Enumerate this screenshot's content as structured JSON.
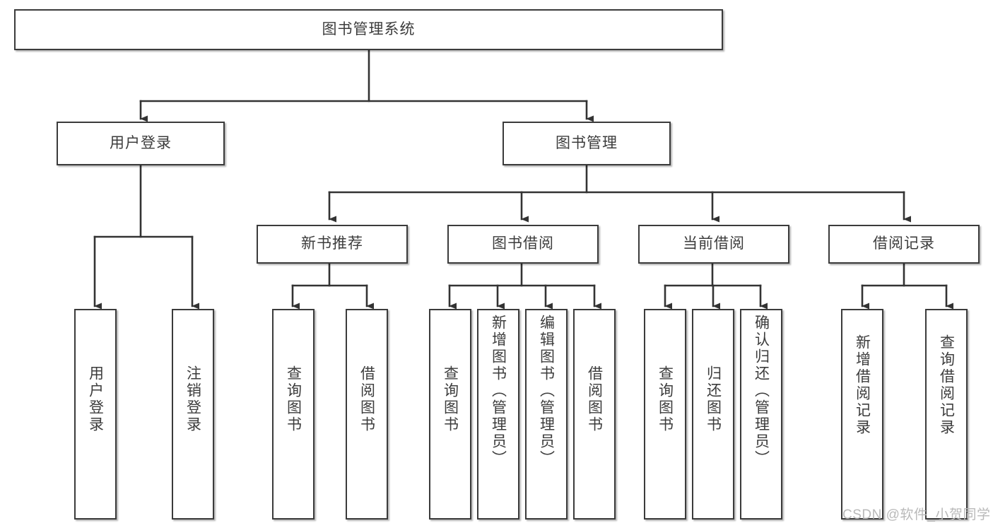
{
  "diagram": {
    "type": "tree-hierarchy",
    "title": "图书管理系统",
    "watermark": "CSDN @软件_小贺同学",
    "colors": {
      "box_border": "#3b3b3b",
      "connector": "#333333",
      "text": "#3c3c3c",
      "background": "#ffffff",
      "watermark": "#b9b9b9"
    },
    "nodes": {
      "root": {
        "label": "图书管理系统"
      },
      "level2": [
        {
          "id": "user-login",
          "label": "用户登录"
        },
        {
          "id": "book-manage",
          "label": "图书管理"
        }
      ],
      "level3": [
        {
          "id": "new-book-recommend",
          "label": "新书推荐"
        },
        {
          "id": "book-borrow",
          "label": "图书借阅"
        },
        {
          "id": "current-borrow",
          "label": "当前借阅"
        },
        {
          "id": "borrow-record",
          "label": "借阅记录"
        }
      ],
      "leaves": {
        "user-login": [
          {
            "id": "leaf-user-login",
            "label": "用户登录"
          },
          {
            "id": "leaf-logout-login",
            "label": "注销登录"
          }
        ],
        "new-book-recommend": [
          {
            "id": "leaf-query-book-1",
            "label": "查询图书"
          },
          {
            "id": "leaf-borrow-book-1",
            "label": "借阅图书"
          }
        ],
        "book-borrow": [
          {
            "id": "leaf-query-book-2",
            "label": "查询图书"
          },
          {
            "id": "leaf-add-book-admin",
            "label": "新增图书（管理员）"
          },
          {
            "id": "leaf-edit-book-admin",
            "label": "编辑图书（管理员）"
          },
          {
            "id": "leaf-borrow-book-2",
            "label": "借阅图书"
          }
        ],
        "current-borrow": [
          {
            "id": "leaf-query-book-3",
            "label": "查询图书"
          },
          {
            "id": "leaf-return-book",
            "label": "归还图书"
          },
          {
            "id": "leaf-confirm-return-admin",
            "label": "确认归还（管理员）"
          }
        ],
        "borrow-record": [
          {
            "id": "leaf-add-borrow-record",
            "label": "新增借阅记录"
          },
          {
            "id": "leaf-query-borrow-record",
            "label": "查询借阅记录"
          }
        ]
      }
    }
  }
}
